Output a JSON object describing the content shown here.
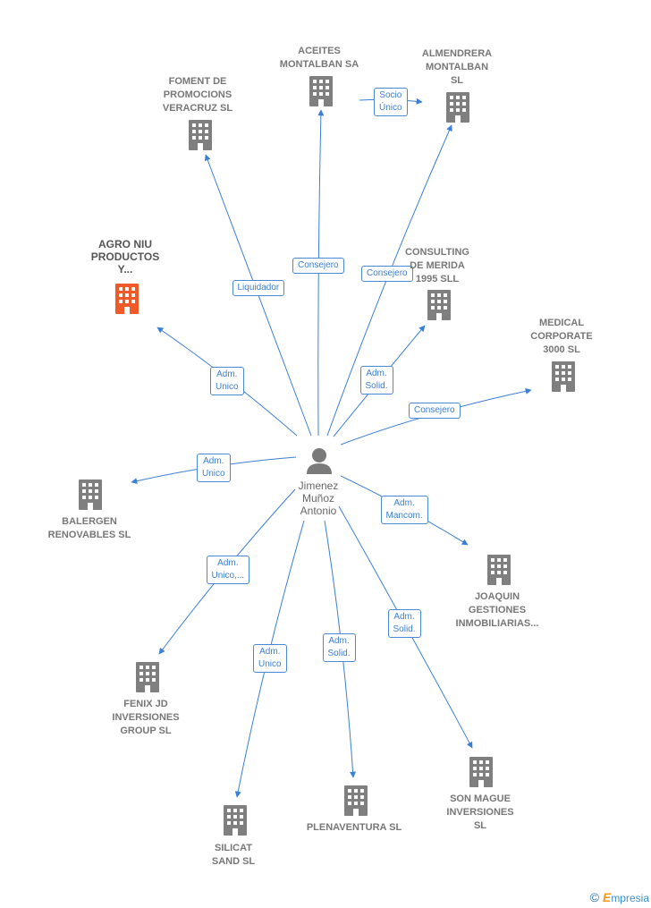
{
  "center": {
    "name": "Jimenez\nMuñoz\nAntonio"
  },
  "colors": {
    "edge": "#3b7fd6",
    "building": "#7f7f7f",
    "building_highlight": "#f05a28",
    "person": "#7a7a7a"
  },
  "nodes": [
    {
      "id": "aceites",
      "label": "ACEITES\nMONTALBAN SA",
      "highlight": false
    },
    {
      "id": "almendrera",
      "label": "ALMENDRERA\nMONTALBAN\nSL",
      "highlight": false
    },
    {
      "id": "foment",
      "label": "FOMENT DE\nPROMOCIONS\nVERACRUZ SL",
      "highlight": false
    },
    {
      "id": "agro",
      "label": "AGRO NIU\nPRODUCTOS\nY...",
      "highlight": true
    },
    {
      "id": "consulting",
      "label": "CONSULTING\nDE MERIDA\n1995  SLL",
      "highlight": false
    },
    {
      "id": "medical",
      "label": "MEDICAL\nCORPORATE\n3000 SL",
      "highlight": false
    },
    {
      "id": "balergen",
      "label": "BALERGEN\nRENOVABLES SL",
      "highlight": false
    },
    {
      "id": "joaquin",
      "label": "JOAQUIN\nGESTIONES\nINMOBILIARIAS...",
      "highlight": false
    },
    {
      "id": "fenix",
      "label": "FENIX JD\nINVERSIONES\nGROUP  SL",
      "highlight": false
    },
    {
      "id": "silicat",
      "label": "SILICAT\nSAND SL",
      "highlight": false
    },
    {
      "id": "plenaventura",
      "label": "PLENAVENTURA SL",
      "highlight": false
    },
    {
      "id": "sonmague",
      "label": "SON MAGUE\nINVERSIONES\nSL",
      "highlight": false
    }
  ],
  "edges": [
    {
      "from": "center",
      "to": "aceites",
      "label": "Consejero"
    },
    {
      "from": "aceites",
      "to": "almendrera",
      "label": "Socio\nÚnico"
    },
    {
      "from": "center",
      "to": "almendrera",
      "label": "Consejero"
    },
    {
      "from": "center",
      "to": "foment",
      "label": "Liquidador"
    },
    {
      "from": "center",
      "to": "agro",
      "label": "Adm.\nUnico"
    },
    {
      "from": "center",
      "to": "consulting",
      "label": "Adm.\nSolid."
    },
    {
      "from": "center",
      "to": "medical",
      "label": "Consejero"
    },
    {
      "from": "center",
      "to": "balergen",
      "label": "Adm.\nUnico"
    },
    {
      "from": "center",
      "to": "joaquin",
      "label": "Adm.\nMancom."
    },
    {
      "from": "center",
      "to": "fenix",
      "label": "Adm.\nUnico,..."
    },
    {
      "from": "center",
      "to": "silicat",
      "label": "Adm.\nUnico"
    },
    {
      "from": "center",
      "to": "plenaventura",
      "label": "Adm.\nSolid."
    },
    {
      "from": "center",
      "to": "sonmague",
      "label": "Adm.\nSolid."
    }
  ],
  "brand": {
    "symbol": "©",
    "initial": "E",
    "rest": "mpresia"
  }
}
